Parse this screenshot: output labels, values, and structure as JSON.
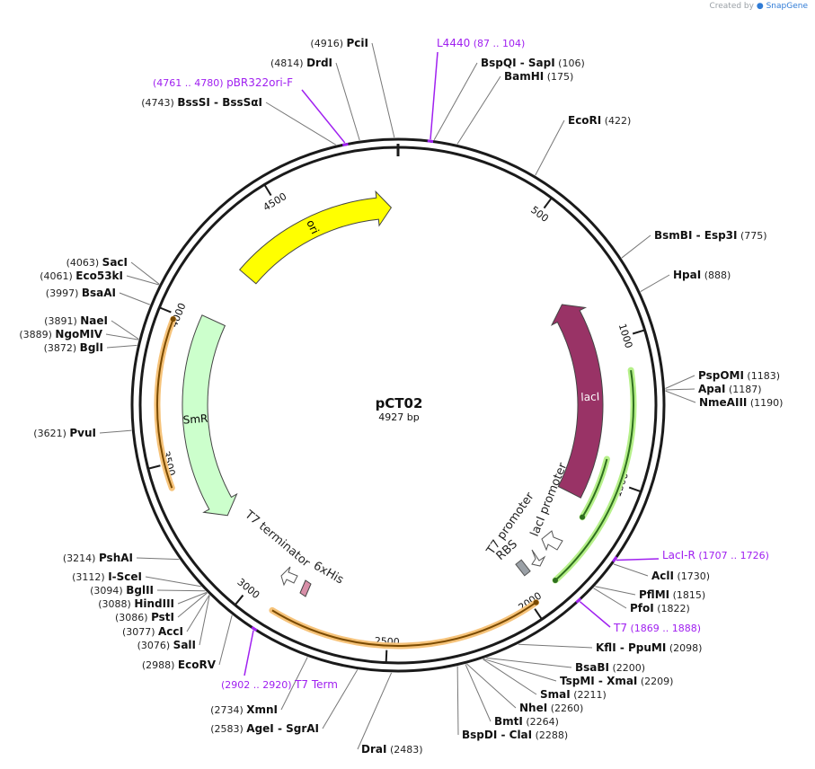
{
  "credit": {
    "prefix": "Created by",
    "brand": "SnapGene"
  },
  "plasmid": {
    "name": "pCT02",
    "length_label": "4927 bp",
    "length": 4927
  },
  "ticks": [
    {
      "pos": 500,
      "label": "500"
    },
    {
      "pos": 1000,
      "label": "1000"
    },
    {
      "pos": 1500,
      "label": "1500"
    },
    {
      "pos": 2000,
      "label": "2000"
    },
    {
      "pos": 2500,
      "label": "2500"
    },
    {
      "pos": 3000,
      "label": "3000"
    },
    {
      "pos": 3500,
      "label": "3500"
    },
    {
      "pos": 4000,
      "label": "4000"
    },
    {
      "pos": 4500,
      "label": "4500"
    }
  ],
  "features": [
    {
      "name": "ori",
      "label": "ori",
      "start": 4250,
      "end": 4900,
      "strand": 1,
      "color": "#ffff00",
      "label_color": "#000000"
    },
    {
      "name": "lacI",
      "label": "lacI",
      "start": 800,
      "end": 1600,
      "strand": -1,
      "color": "#993366",
      "label_color": "#ffffff"
    },
    {
      "name": "SmR",
      "label": "SmR",
      "start": 3245,
      "end": 4033,
      "strand": -1,
      "color": "#ccffcc",
      "label_color": "#000000"
    }
  ],
  "orange_arcs": [
    {
      "start": 1985,
      "end": 2895,
      "strand": -1
    },
    {
      "start": 3420,
      "end": 3982,
      "strand": 1
    }
  ],
  "green_arcs": [
    {
      "start": 1890,
      "end": 1115,
      "strand": 1
    },
    {
      "start": 1660,
      "end": 1430,
      "strand": 1
    }
  ],
  "inner_labels": [
    {
      "text": "T7 terminator"
    },
    {
      "text": "6xHis"
    },
    {
      "text": "T7 promoter"
    },
    {
      "text": "lacI promoter"
    },
    {
      "text": "RBS"
    }
  ],
  "sites": [
    {
      "pos": 4916,
      "label": "(4916)",
      "name": "PciI"
    },
    {
      "pos": 4814,
      "label": "(4814)",
      "name": "DrdI"
    },
    {
      "pos": 4743,
      "label": "(4743)",
      "name": "BssSI  -  BssSαI"
    },
    {
      "pos": 106,
      "label": "(106)",
      "name": "BspQI  -  SapI"
    },
    {
      "pos": 175,
      "label": "(175)",
      "name": "BamHI"
    },
    {
      "pos": 422,
      "label": "(422)",
      "name": "EcoRI"
    },
    {
      "pos": 775,
      "label": "(775)",
      "name": "BsmBI  -  Esp3I"
    },
    {
      "pos": 888,
      "label": "(888)",
      "name": "HpaI"
    },
    {
      "pos": 1183,
      "label": "(1183)",
      "name": "PspOMI"
    },
    {
      "pos": 1187,
      "label": "(1187)",
      "name": "ApaI"
    },
    {
      "pos": 1190,
      "label": "(1190)",
      "name": "NmeAIII"
    },
    {
      "pos": 1730,
      "label": "(1730)",
      "name": "AclI"
    },
    {
      "pos": 1815,
      "label": "(1815)",
      "name": "PflMI"
    },
    {
      "pos": 1822,
      "label": "(1822)",
      "name": "PfoI"
    },
    {
      "pos": 2098,
      "label": "(2098)",
      "name": "KflI  -  PpuMI"
    },
    {
      "pos": 2200,
      "label": "(2200)",
      "name": "BsaBI"
    },
    {
      "pos": 2209,
      "label": "(2209)",
      "name": "TspMI  -  XmaI"
    },
    {
      "pos": 2211,
      "label": "(2211)",
      "name": "SmaI"
    },
    {
      "pos": 2260,
      "label": "(2260)",
      "name": "NheI"
    },
    {
      "pos": 2264,
      "label": "(2264)",
      "name": "BmtI"
    },
    {
      "pos": 2288,
      "label": "(2288)",
      "name": "BspDI  -  ClaI"
    },
    {
      "pos": 2483,
      "label": "(2483)",
      "name": "DraI"
    },
    {
      "pos": 2583,
      "label": "(2583)",
      "name": "AgeI  -  SgrAI"
    },
    {
      "pos": 2734,
      "label": "(2734)",
      "name": "XmnI"
    },
    {
      "pos": 2988,
      "label": "(2988)",
      "name": "EcoRV"
    },
    {
      "pos": 3076,
      "label": "(3076)",
      "name": "SalI"
    },
    {
      "pos": 3077,
      "label": "(3077)",
      "name": "AccI"
    },
    {
      "pos": 3086,
      "label": "(3086)",
      "name": "PstI"
    },
    {
      "pos": 3088,
      "label": "(3088)",
      "name": "HindIII"
    },
    {
      "pos": 3094,
      "label": "(3094)",
      "name": "BglII"
    },
    {
      "pos": 3112,
      "label": "(3112)",
      "name": "I-SceI"
    },
    {
      "pos": 3214,
      "label": "(3214)",
      "name": "PshAI"
    },
    {
      "pos": 3621,
      "label": "(3621)",
      "name": "PvuI"
    },
    {
      "pos": 3872,
      "label": "(3872)",
      "name": "BglI"
    },
    {
      "pos": 3889,
      "label": "(3889)",
      "name": "NgoMIV"
    },
    {
      "pos": 3891,
      "label": "(3891)",
      "name": "NaeI"
    },
    {
      "pos": 3997,
      "label": "(3997)",
      "name": "BsaAI"
    },
    {
      "pos": 4061,
      "label": "(4061)",
      "name": "Eco53kI"
    },
    {
      "pos": 4063,
      "label": "(4063)",
      "name": "SacI"
    }
  ],
  "primers": [
    {
      "pos": 95,
      "name": "L4440",
      "range": "(87 .. 104)",
      "color": "#a020f0"
    },
    {
      "pos": 4770,
      "name": "pBR322ori-F",
      "range": "(4761 .. 4780)",
      "color": "#a020f0"
    },
    {
      "pos": 1716,
      "name": "LacI-R",
      "range": "(1707 .. 1726)",
      "color": "#a020f0"
    },
    {
      "pos": 1878,
      "name": "T7",
      "range": "(1869 .. 1888)",
      "color": "#a020f0"
    },
    {
      "pos": 2911,
      "name": "T7 Term",
      "range": "(2902 .. 2920)",
      "color": "#a020f0"
    }
  ]
}
